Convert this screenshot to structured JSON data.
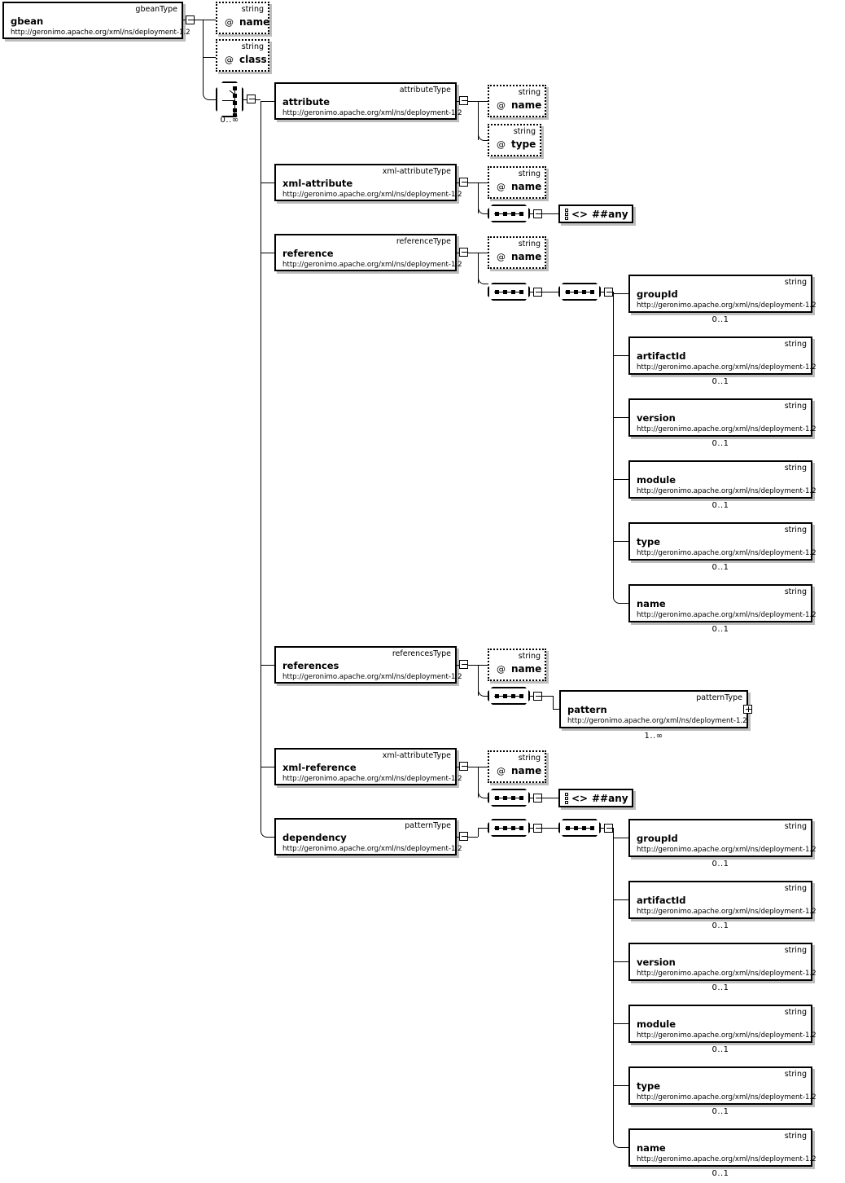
{
  "diagram": {
    "title": "gbeanType XML Schema diagram",
    "namespace": "http://geronimo.apache.org/xml/ns/deployment-1.2",
    "cardinality_unbounded": "0..∞",
    "cardinality_optional": "0..1",
    "cardinality_one_unbounded": "1..∞",
    "any_label": "##any",
    "any_angle": "<>",
    "type_string": "string",
    "at_symbol": "@"
  },
  "root": {
    "name": "gbean",
    "type": "gbeanType",
    "ns": "http://geronimo.apache.org/xml/ns/deployment-1.2"
  },
  "root_attributes": [
    {
      "name": "name",
      "type": "string",
      "sym": "@"
    },
    {
      "name": "class",
      "type": "string",
      "sym": "@"
    }
  ],
  "choice": {
    "cardinality": "0..∞"
  },
  "children": [
    {
      "name": "attribute",
      "type": "attributeType",
      "ns": "http://geronimo.apache.org/xml/ns/deployment-1.2",
      "attributes": [
        {
          "name": "name",
          "type": "string",
          "sym": "@"
        },
        {
          "name": "type",
          "type": "string",
          "sym": "@"
        }
      ]
    },
    {
      "name": "xml-attribute",
      "type": "xml-attributeType",
      "ns": "http://geronimo.apache.org/xml/ns/deployment-1.2",
      "attributes": [
        {
          "name": "name",
          "type": "string",
          "sym": "@"
        }
      ],
      "any": "##any"
    },
    {
      "name": "reference",
      "type": "referenceType",
      "ns": "http://geronimo.apache.org/xml/ns/deployment-1.2",
      "attributes": [
        {
          "name": "name",
          "type": "string",
          "sym": "@"
        }
      ],
      "pattern_children": [
        {
          "name": "groupId",
          "type": "string",
          "ns": "http://geronimo.apache.org/xml/ns/deployment-1.2",
          "card": "0..1"
        },
        {
          "name": "artifactId",
          "type": "string",
          "ns": "http://geronimo.apache.org/xml/ns/deployment-1.2",
          "card": "0..1"
        },
        {
          "name": "version",
          "type": "string",
          "ns": "http://geronimo.apache.org/xml/ns/deployment-1.2",
          "card": "0..1"
        },
        {
          "name": "module",
          "type": "string",
          "ns": "http://geronimo.apache.org/xml/ns/deployment-1.2",
          "card": "0..1"
        },
        {
          "name": "type",
          "type": "string",
          "ns": "http://geronimo.apache.org/xml/ns/deployment-1.2",
          "card": "0..1"
        },
        {
          "name": "name",
          "type": "string",
          "ns": "http://geronimo.apache.org/xml/ns/deployment-1.2",
          "card": "0..1"
        }
      ]
    },
    {
      "name": "references",
      "type": "referencesType",
      "ns": "http://geronimo.apache.org/xml/ns/deployment-1.2",
      "attributes": [
        {
          "name": "name",
          "type": "string",
          "sym": "@"
        }
      ],
      "pattern": {
        "name": "pattern",
        "type": "patternType",
        "ns": "http://geronimo.apache.org/xml/ns/deployment-1.2",
        "card": "1..∞"
      }
    },
    {
      "name": "xml-reference",
      "type": "xml-attributeType",
      "ns": "http://geronimo.apache.org/xml/ns/deployment-1.2",
      "attributes": [
        {
          "name": "name",
          "type": "string",
          "sym": "@"
        }
      ],
      "any": "##any"
    },
    {
      "name": "dependency",
      "type": "patternType",
      "ns": "http://geronimo.apache.org/xml/ns/deployment-1.2",
      "pattern_children": [
        {
          "name": "groupId",
          "type": "string",
          "ns": "http://geronimo.apache.org/xml/ns/deployment-1.2",
          "card": "0..1"
        },
        {
          "name": "artifactId",
          "type": "string",
          "ns": "http://geronimo.apache.org/xml/ns/deployment-1.2",
          "card": "0..1"
        },
        {
          "name": "version",
          "type": "string",
          "ns": "http://geronimo.apache.org/xml/ns/deployment-1.2",
          "card": "0..1"
        },
        {
          "name": "module",
          "type": "string",
          "ns": "http://geronimo.apache.org/xml/ns/deployment-1.2",
          "card": "0..1"
        },
        {
          "name": "type",
          "type": "string",
          "ns": "http://geronimo.apache.org/xml/ns/deployment-1.2",
          "card": "0..1"
        },
        {
          "name": "name",
          "type": "string",
          "ns": "http://geronimo.apache.org/xml/ns/deployment-1.2",
          "card": "0..1"
        }
      ]
    }
  ]
}
